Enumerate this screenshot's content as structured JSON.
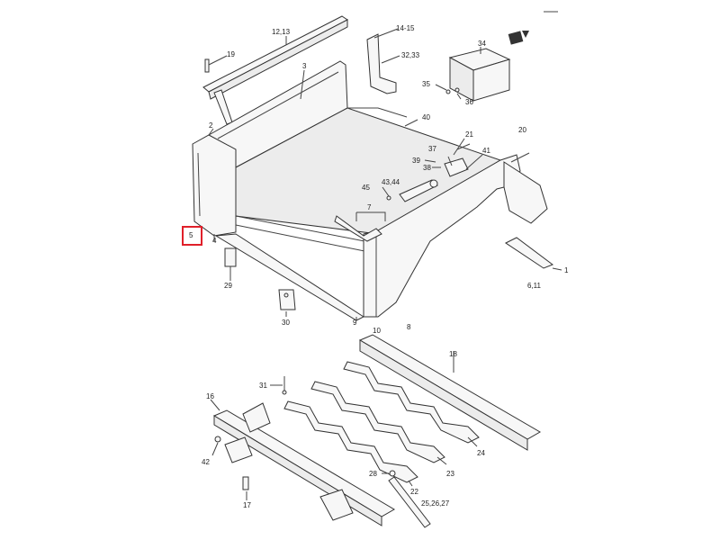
{
  "highlight": {
    "color": "#e0202a"
  },
  "callouts": [
    {
      "key": "l_12_13",
      "text": "12,13"
    },
    {
      "key": "l_14_15",
      "text": "14-15"
    },
    {
      "key": "l_32_33",
      "text": "32,33"
    },
    {
      "key": "l_34",
      "text": "34"
    },
    {
      "key": "l_19",
      "text": "19"
    },
    {
      "key": "l_3",
      "text": "3"
    },
    {
      "key": "l_35",
      "text": "35"
    },
    {
      "key": "l_36",
      "text": "36"
    },
    {
      "key": "l_40",
      "text": "40"
    },
    {
      "key": "l_20",
      "text": "20"
    },
    {
      "key": "l_2",
      "text": "2"
    },
    {
      "key": "l_21",
      "text": "21"
    },
    {
      "key": "l_37",
      "text": "37"
    },
    {
      "key": "l_41",
      "text": "41"
    },
    {
      "key": "l_39",
      "text": "39"
    },
    {
      "key": "l_38",
      "text": "38"
    },
    {
      "key": "l_43_44",
      "text": "43,44"
    },
    {
      "key": "l_45",
      "text": "45"
    },
    {
      "key": "l_7",
      "text": "7"
    },
    {
      "key": "l_5",
      "text": "5"
    },
    {
      "key": "l_4",
      "text": "4"
    },
    {
      "key": "l_1",
      "text": "1"
    },
    {
      "key": "l_29",
      "text": "29"
    },
    {
      "key": "l_6_11",
      "text": "6,11"
    },
    {
      "key": "l_30",
      "text": "30"
    },
    {
      "key": "l_9",
      "text": "9"
    },
    {
      "key": "l_8",
      "text": "8"
    },
    {
      "key": "l_10",
      "text": "10"
    },
    {
      "key": "l_18",
      "text": "18"
    },
    {
      "key": "l_31",
      "text": "31"
    },
    {
      "key": "l_16",
      "text": "16"
    },
    {
      "key": "l_42",
      "text": "42"
    },
    {
      "key": "l_24",
      "text": "24"
    },
    {
      "key": "l_23",
      "text": "23"
    },
    {
      "key": "l_28",
      "text": "28"
    },
    {
      "key": "l_22",
      "text": "22"
    },
    {
      "key": "l_25_26_27",
      "text": "25,26,27"
    },
    {
      "key": "l_17",
      "text": "17"
    }
  ],
  "icons": {
    "front_arrow": "front-arrow-icon"
  }
}
